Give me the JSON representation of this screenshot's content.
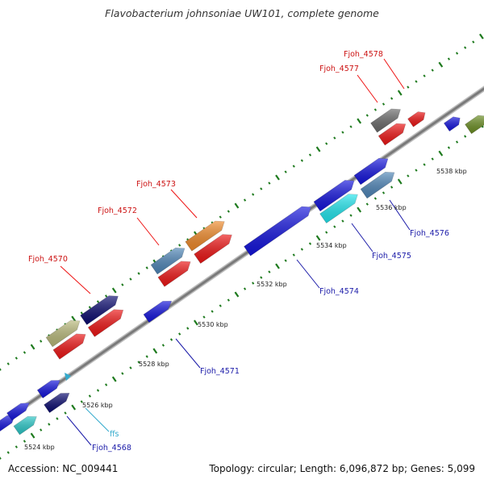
{
  "title": "Flavobacterium johnsoniae UW101, complete genome",
  "accession": "Accession: NC_009441",
  "summary": "Topology: circular; Length: 6,096,872 bp; Genes: 5,099",
  "kbp_labels": [
    "5524 kbp",
    "5526 kbp",
    "5528 kbp",
    "5530 kbp",
    "5532 kbp",
    "5534 kbp",
    "5536 kbp",
    "5538 kbp"
  ],
  "gene_labels": {
    "forward": [
      "Fjoh_4570",
      "Fjoh_4572",
      "Fjoh_4573",
      "Fjoh_4577",
      "Fjoh_4578"
    ],
    "reverse": [
      "Fjoh_4568",
      "Fjoh_4571",
      "Fjoh_4574",
      "Fjoh_4575",
      "Fjoh_4576"
    ],
    "rna": [
      "ffs"
    ]
  },
  "colors": {
    "backbone": "#8a8a8a",
    "tick": "#1e7a1e",
    "forward_label": "#cc1111",
    "reverse_label": "#1a1aa8",
    "rna_label": "#33aacc",
    "gene_blue": "#1414dd",
    "gene_red": "#ee1515",
    "gene_navy": "#0b0b70",
    "gene_steelblue": "#4f86b8",
    "gene_cyan": "#21e6ee",
    "gene_teal": "#2bc8c8",
    "gene_olive": "#b9b97a",
    "gene_gray": "#6a6a6a",
    "gene_green": "#6b8e23",
    "gene_orange": "#f08a2a"
  }
}
